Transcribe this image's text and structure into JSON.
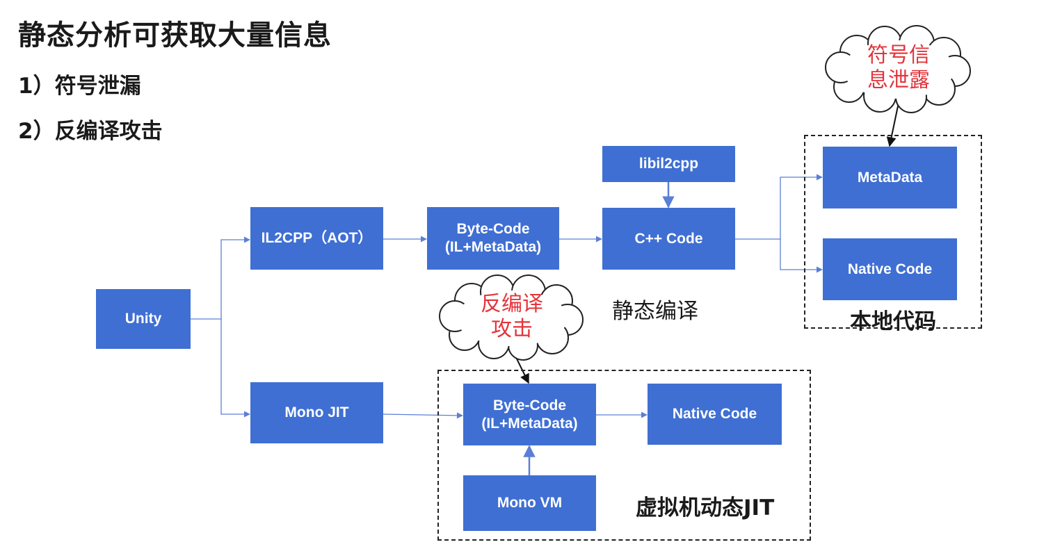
{
  "title": "静态分析可获取大量信息",
  "points": [
    "1）符号泄漏",
    "2）反编译攻击"
  ],
  "nodes": {
    "unity": "Unity",
    "il2cpp": "IL2CPP（AOT）",
    "bytecode_top": "Byte-Code\n(IL+MetaData)",
    "libil2cpp": "libil2cpp",
    "cpp_code": "C++ Code",
    "metadata": "MetaData",
    "native_top": "Native Code",
    "mono_jit": "Mono JIT",
    "bytecode_bottom": "Byte-Code\n(IL+MetaData)",
    "native_bottom": "Native Code",
    "mono_vm": "Mono VM"
  },
  "labels": {
    "static_compile": "静态编译",
    "native_region": "本地代码",
    "vm_region": "虚拟机动态JIT"
  },
  "callouts": {
    "symbol_leak": "符号信\n息泄露",
    "decompile_attack": "反编译\n攻击"
  },
  "colors": {
    "box": "#3f6fd3",
    "arrow": "#5b7fd6",
    "callout_text": "#e3343b"
  }
}
